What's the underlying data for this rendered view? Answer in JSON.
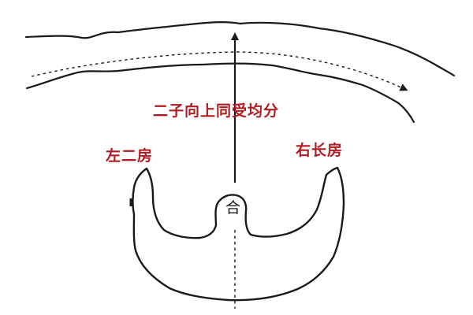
{
  "diagram": {
    "labels": {
      "center": "二子向上同受均分",
      "left_house": "左二房",
      "right_house": "右长房",
      "grave_mark": "合"
    },
    "colors": {
      "label": "#b01c22",
      "stroke": "#1a1a1a",
      "background": "#ffffff"
    }
  }
}
